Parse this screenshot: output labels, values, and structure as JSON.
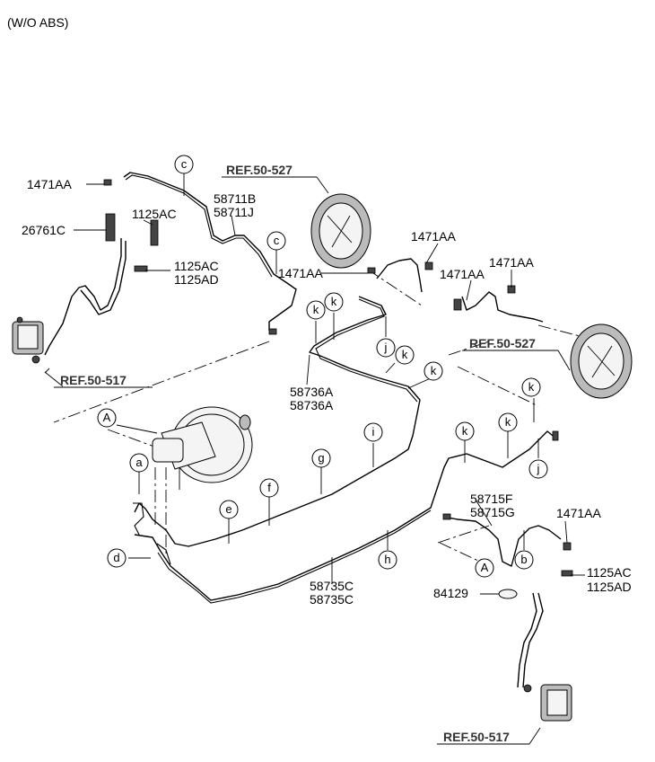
{
  "header": {
    "title": "(W/O ABS)"
  },
  "refs": {
    "caliper_front": "REF.50-517",
    "caliper_rear": "REF.50-517",
    "drum_left": "REF.50-527",
    "drum_right": "REF.50-527"
  },
  "parts": {
    "p_1471AA_a": "1471AA",
    "p_26761C": "26761C",
    "p_1125AC_a": "1125AC",
    "p_1125AC_b": "1125AC",
    "p_1125AD_b": "1125AD",
    "p_58711B": "58711B",
    "p_58711J": "58711J",
    "p_1471AA_b": "1471AA",
    "p_1471AA_c": "1471AA",
    "p_1471AA_d": "1471AA",
    "p_1471AA_e": "1471AA",
    "p_58736A_1": "58736A",
    "p_58736A_2": "58736A",
    "p_58735C_1": "58735C",
    "p_58735C_2": "58735C",
    "p_58715F": "58715F",
    "p_58715G": "58715G",
    "p_1471AA_f": "1471AA",
    "p_1125AC_c": "1125AC",
    "p_1125AD_c": "1125AD",
    "p_84129": "84129"
  },
  "callouts": {
    "c1": "c",
    "c2": "c",
    "k1": "k",
    "k2": "k",
    "k3": "k",
    "k4": "k",
    "k5": "k",
    "k6": "k",
    "k7": "k",
    "j1": "j",
    "j2": "j",
    "A1": "A",
    "A2": "A",
    "a": "a",
    "b": "b",
    "d": "d",
    "e": "e",
    "f": "f",
    "g": "g",
    "h": "h",
    "i": "i"
  }
}
